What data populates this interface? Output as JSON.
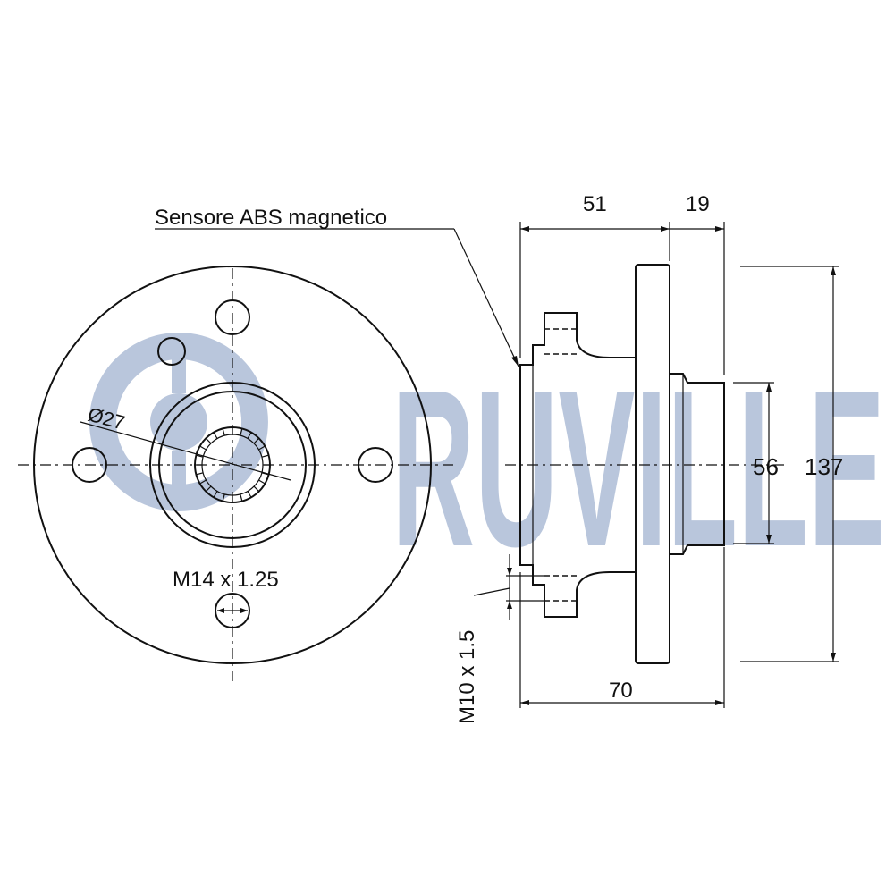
{
  "watermark": {
    "text": "RUVILLE",
    "color": "#b9c6dc"
  },
  "colors": {
    "line": "#111111",
    "background": "#ffffff"
  },
  "labels": {
    "abs_sensor": "Sensore ABS magnetico",
    "bore_diameter": "Ø27",
    "bolt_thread": "M14 x 1.25",
    "pilot_thread": "M10 x 1.5"
  },
  "dimensions": {
    "hub_length": "51",
    "flange_offset": "19",
    "total_width": "70",
    "spigot_diameter": "56",
    "flange_diameter": "137"
  }
}
